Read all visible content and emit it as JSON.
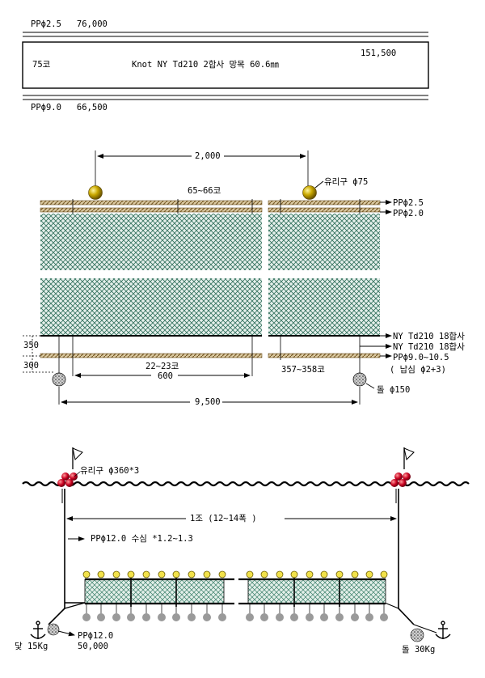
{
  "spec": {
    "top_rope": "PPϕ2.5",
    "top_value": "76,000",
    "net_total": "151,500",
    "mesh_count": "75코",
    "net_spec": "Knot NY Td210 2합사 망목 60.6㎜",
    "bottom_rope": "PPϕ9.0",
    "bottom_value": "66,500"
  },
  "detail": {
    "float_spacing": "2,000",
    "top_knots": "65~66코",
    "float_label": "유리구 ϕ75",
    "rope_top_1": "PPϕ2.5",
    "rope_top_2": "PPϕ2.0",
    "line_1": "NY Td210 18합사",
    "line_2": "NY Td210 18합사",
    "rope_bottom": "PPϕ9.0~10.5",
    "lead_note": "( 납심 ϕ2+3)",
    "dim_350": "350",
    "dim_300": "300",
    "bottom_knots": "22~23코",
    "sinker_spacing": "600",
    "right_knots": "357~358코",
    "sinker_label": "돌 ϕ150",
    "total_length": "9,500"
  },
  "setup": {
    "buoy_label": "유리구 ϕ360*3",
    "unit_length": "1조 (12~14폭 )",
    "rope_spec": "PPϕ12.0   수심 *1.2~1.3",
    "anchor_rope": "PPϕ12.0",
    "anchor_rope_value": "50,000",
    "anchor_label": "닻 15Kg",
    "stone_label": "돌 30Kg"
  }
}
